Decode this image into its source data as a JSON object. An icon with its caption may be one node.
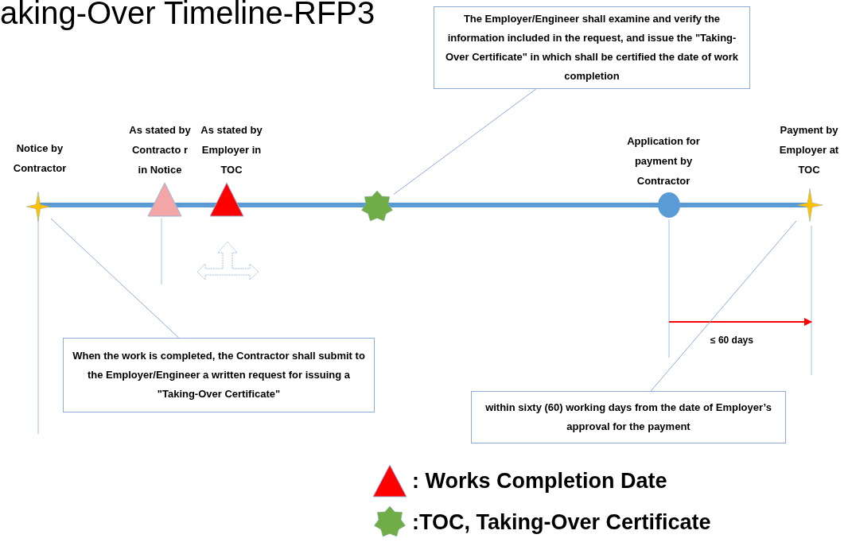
{
  "diagram": {
    "title": "aking-Over Timeline-RFP3",
    "nodes": [
      {
        "text": [],
        "shape": "star",
        "beside": [
          "Notice by Contractor"
        ]
      },
      {
        "text": [],
        "shape": "triangle",
        "beside": [
          "As stated by Contracto r in Notice"
        ]
      },
      {
        "text": [],
        "shape": "triangle",
        "beside": [
          "As stated by Employer in TOC"
        ]
      },
      {
        "text": [],
        "shape": "star"
      },
      {
        "text": [],
        "shape": "circle",
        "beside": [
          "Application for payment by Contractor"
        ]
      },
      {
        "text": [],
        "shape": "star",
        "beside": [
          "Payment by Employer at TOC"
        ]
      },
      {
        "text": [
          "The Employer/Engineer shall examine and verify the information included in the request, and issue the \"Taking-Over Certificate\" in which shall be certified the date of work completion"
        ]
      },
      {
        "text": [
          "When the work is completed, the Contractor shall submit to the Employer/Engineer a written request for issuing a \"Taking-Over Certificate\""
        ]
      },
      {
        "text": [
          "within sixty (60) working days from the date of Employer’s approval for the payment"
        ]
      }
    ],
    "edges": [
      {
        "from": 6,
        "to": 3,
        "arrow": "none"
      },
      {
        "from": 7,
        "to": 0,
        "arrow": "none"
      },
      {
        "from": 8,
        "to": 5,
        "arrow": "none"
      }
    ],
    "labels": [
      "≤ 60 days"
    ],
    "legend": [
      {
        "text": ": Works Completion Date"
      },
      {
        "text": ":TOC, Taking-Over Certificate"
      }
    ]
  }
}
